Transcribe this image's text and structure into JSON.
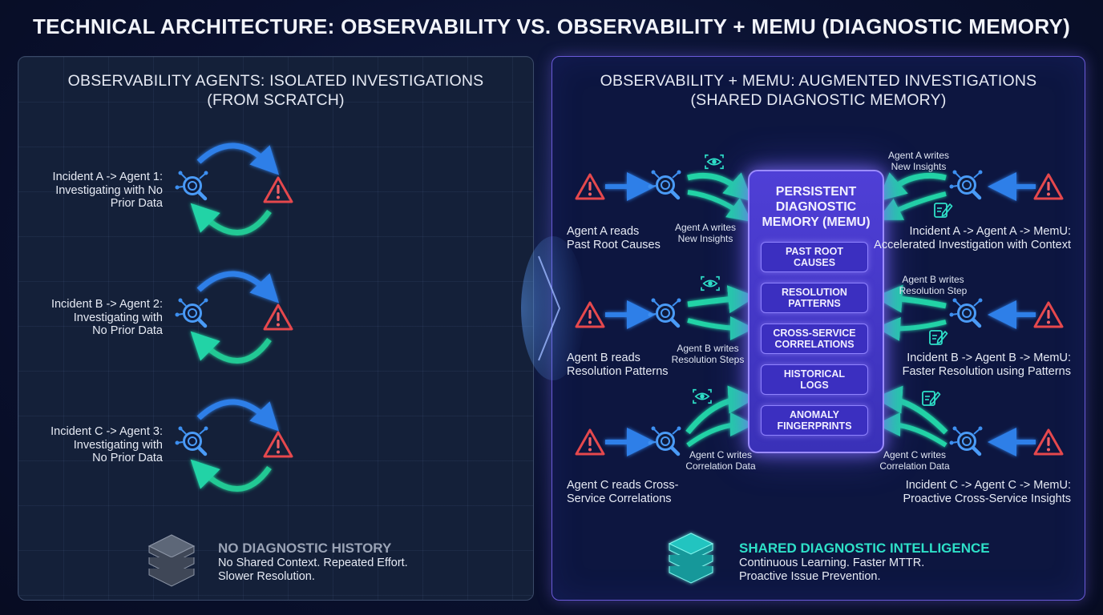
{
  "title": "TECHNICAL ARCHITECTURE: OBSERVABILITY VS. OBSERVABILITY + MEMU (DIAGNOSTIC MEMORY)",
  "left": {
    "title_line1": "OBSERVABILITY AGENTS: ISOLATED INVESTIGATIONS",
    "title_line2": "(FROM SCRATCH)",
    "incidents": [
      {
        "line1": "Incident A -> Agent 1:",
        "line2": "Investigating with No",
        "line3": "Prior Data"
      },
      {
        "line1": "Incident B -> Agent 2:",
        "line2": "Investigating with",
        "line3": "No Prior Data"
      },
      {
        "line1": "Incident C -> Agent 3:",
        "line2": "Investigating with",
        "line3": "No Prior Data"
      }
    ],
    "footer": {
      "title": "NO DIAGNOSTIC HISTORY",
      "line1": "No Shared Context. Repeated Effort.",
      "line2": "Slower Resolution."
    }
  },
  "right": {
    "title_line1": "OBSERVABILITY + MEMU: AUGMENTED INVESTIGATIONS",
    "title_line2": "(SHARED DIAGNOSTIC MEMORY)",
    "memory": {
      "title_line1": "PERSISTENT",
      "title_line2": "DIAGNOSTIC",
      "title_line3": "MEMORY (MEMU)",
      "items": [
        {
          "line1": "PAST ROOT",
          "line2": "CAUSES"
        },
        {
          "line1": "RESOLUTION",
          "line2": "PATTERNS"
        },
        {
          "line1": "CROSS-SERVICE",
          "line2": "CORRELATIONS"
        },
        {
          "line1": "HISTORICAL",
          "line2": "LOGS"
        },
        {
          "line1": "ANOMALY",
          "line2": "FINGERPRINTS"
        }
      ]
    },
    "left_side": [
      {
        "read_line1": "Agent A reads",
        "read_line2": "Past Root Causes",
        "write_line1": "Agent A writes",
        "write_line2": "New Insights"
      },
      {
        "read_line1": "Agent B reads",
        "read_line2": "Resolution Patterns",
        "write_line1": "Agent B writes",
        "write_line2": "Resolution Steps"
      },
      {
        "read_line1": "Agent C reads Cross-",
        "read_line2": "Service Correlations",
        "write_line1": "Agent C writes",
        "write_line2": "Correlation Data"
      }
    ],
    "right_side": [
      {
        "write_line1": "Agent A writes",
        "write_line2": "New Insights",
        "incident_line1": "Incident A -> Agent A -> MemU:",
        "incident_line2": "Accelerated Investigation with Context"
      },
      {
        "write_line1": "Agent B writes",
        "write_line2": "Resolution Step",
        "incident_line1": "Incident B -> Agent B -> MemU:",
        "incident_line2": "Faster Resolution using Patterns"
      },
      {
        "write_line1": "Agent C writes",
        "write_line2": "Correlation Data",
        "incident_line1": "Incident C -> Agent C -> MemU:",
        "incident_line2": "Proactive Cross-Service Insights"
      }
    ],
    "footer": {
      "title": "SHARED DIAGNOSTIC INTELLIGENCE",
      "line1": "Continuous Learning. Faster MTTR.",
      "line2": "Proactive Issue Prevention."
    }
  },
  "colors": {
    "alert": "#e5484d",
    "agent": "#3d8ff0",
    "read_arrow": "#2f7fe8",
    "write_arrow": "#22d3a6",
    "memory": "#4f3fd6",
    "footer_left": "#9aa3b5",
    "footer_right": "#2ee0c8"
  }
}
